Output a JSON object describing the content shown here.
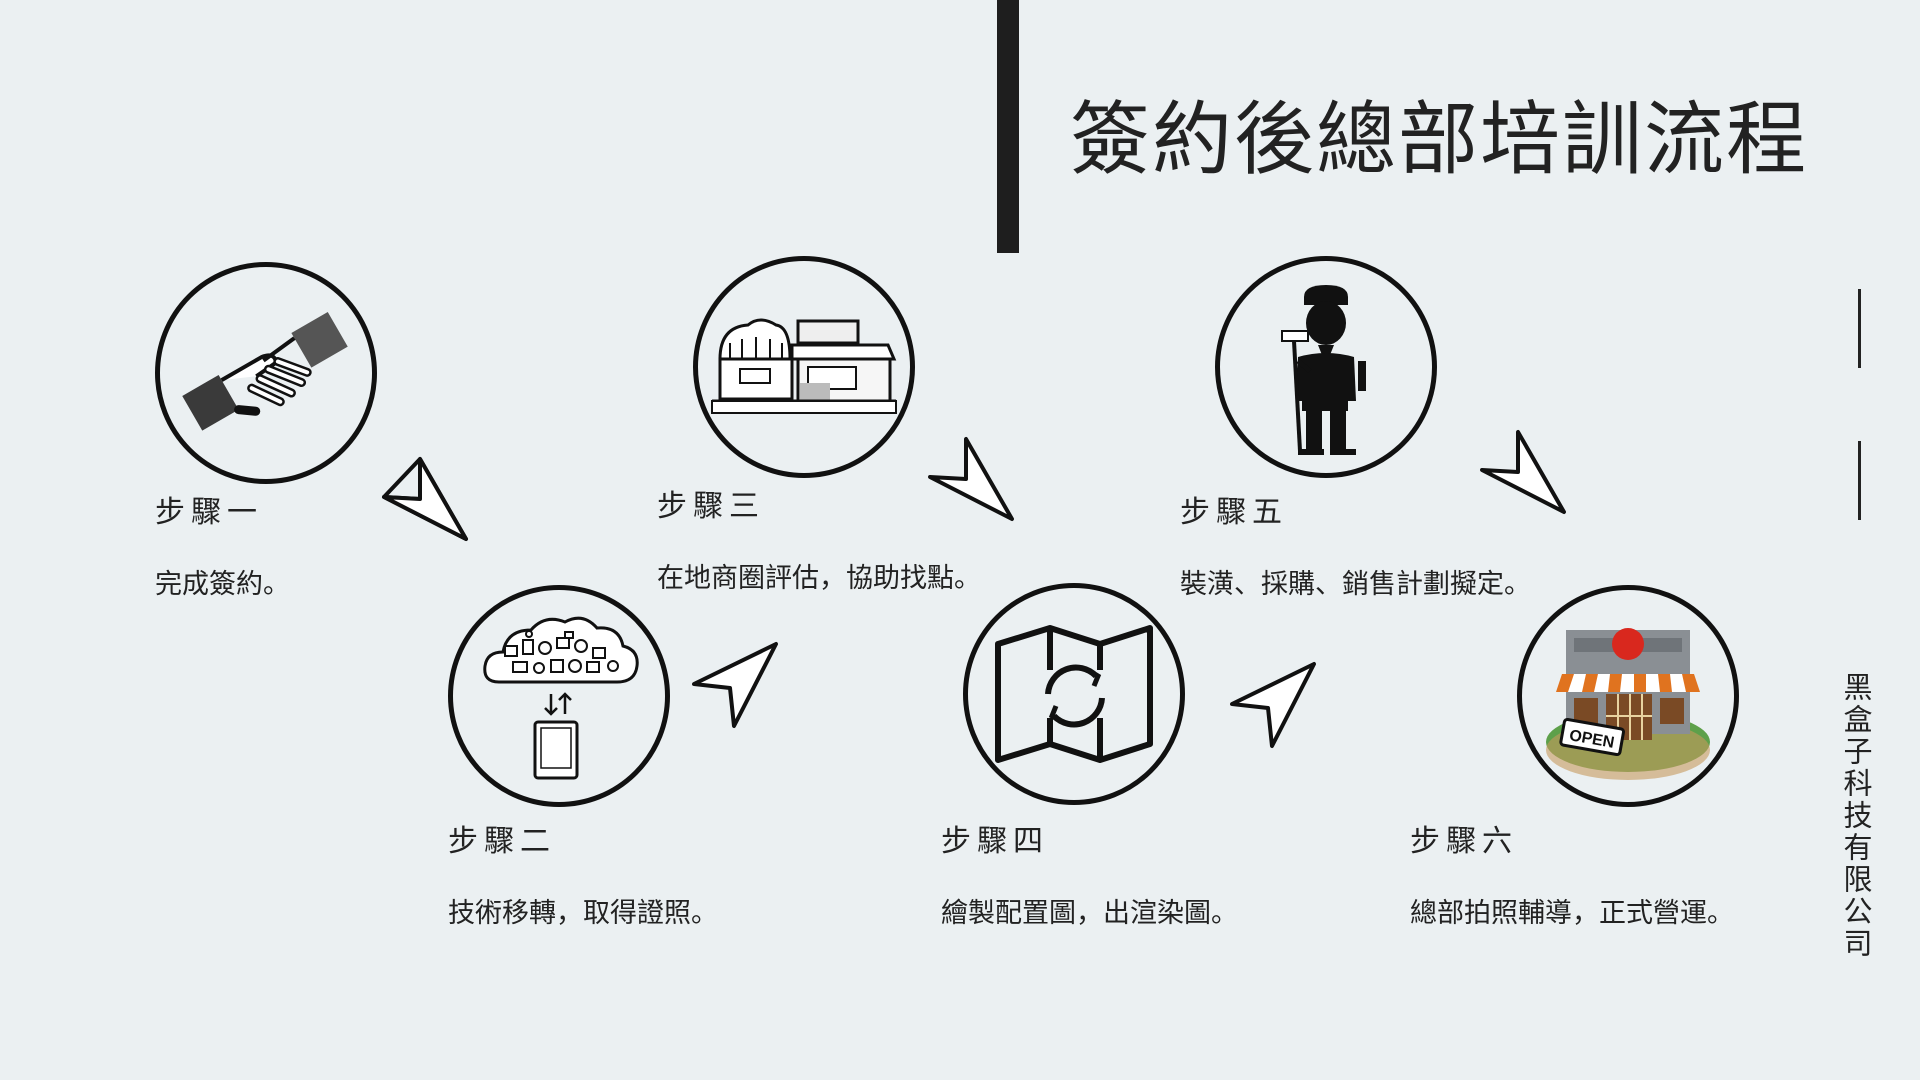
{
  "title": "簽約後總部培訓流程",
  "company": "黑盒子科技有限公司",
  "steps": [
    {
      "label": "步驟一",
      "desc": "完成簽約。",
      "icon": "handshake-icon"
    },
    {
      "label": "步驟二",
      "desc": "技術移轉，取得證照。",
      "icon": "cloud-tablet-icon"
    },
    {
      "label": "步驟三",
      "desc": "在地商圈評估，協助找點。",
      "icon": "storefront-icon"
    },
    {
      "label": "步驟四",
      "desc": "繪製配置圖，出渲染圖。",
      "icon": "map-refresh-icon"
    },
    {
      "label": "步驟五",
      "desc": "裝潢、採購、銷售計劃擬定。",
      "icon": "painter-icon"
    },
    {
      "label": "步驟六",
      "desc": "總部拍照輔導，正式營運。",
      "icon": "open-shop-icon"
    }
  ],
  "sign_text": "OPEN",
  "colors": {
    "background": "#ebf0f2",
    "ink": "#111111",
    "accent_red": "#d9281e"
  }
}
